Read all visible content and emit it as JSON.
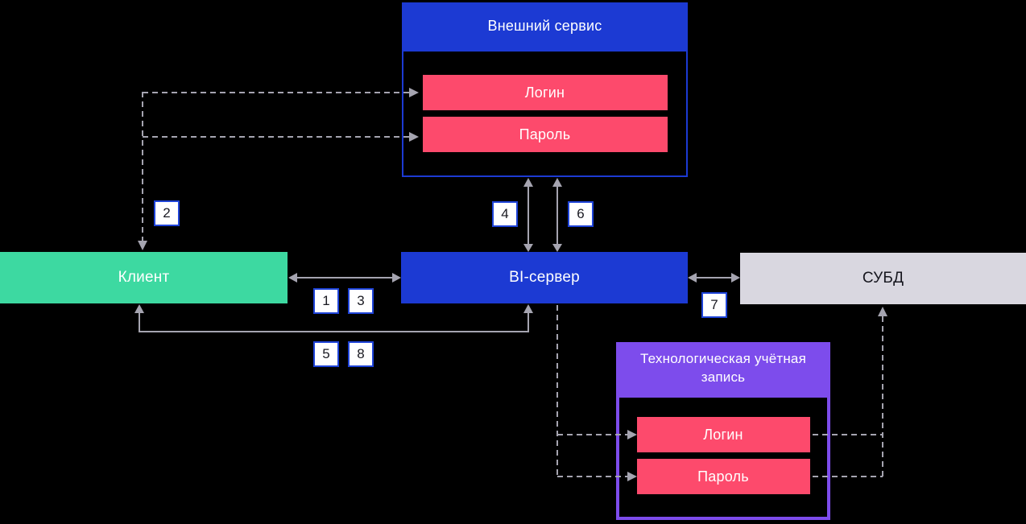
{
  "colors": {
    "background": "#000000",
    "blue": "#1c3ad3",
    "green": "#3dd9a1",
    "pink": "#fd4a6c",
    "purple": "#7d4cec",
    "gray_box": "#d9d7e0",
    "connector_line": "#a5a4b0",
    "chip_border": "#1e43d8",
    "dark_text": "#16161e"
  },
  "nodes": {
    "external_service": {
      "title": "Внешний сервис",
      "fields": [
        {
          "label": "Логин"
        },
        {
          "label": "Пароль"
        }
      ]
    },
    "client": {
      "label": "Клиент"
    },
    "bi_server": {
      "label": "BI-сервер"
    },
    "dbms": {
      "label": "СУБД"
    },
    "tech_account": {
      "title": "Технологическая учётная запись",
      "fields": [
        {
          "label": "Логин"
        },
        {
          "label": "Пароль"
        }
      ]
    }
  },
  "steps": {
    "step1": "1",
    "step2": "2",
    "step3": "3",
    "step4": "4",
    "step5": "5",
    "step6": "6",
    "step7": "7",
    "step8": "8"
  }
}
